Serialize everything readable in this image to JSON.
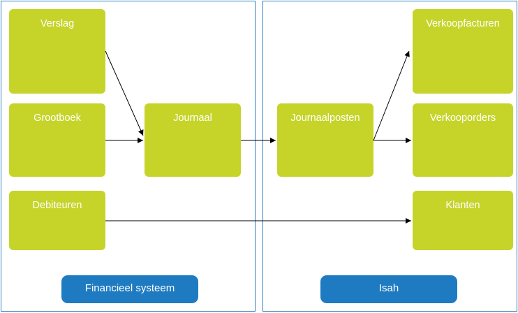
{
  "colors": {
    "panel_border": "#2d7fc1",
    "node_fill": "#c6d42a",
    "label_fill": "#1f7bc1",
    "edge": "#000000"
  },
  "panels": {
    "left": {
      "label": "Financieel systeem"
    },
    "right": {
      "label": "Isah"
    }
  },
  "nodes": {
    "verslag": "Verslag",
    "grootboek": "Grootboek",
    "debiteuren": "Debiteuren",
    "journaal": "Journaal",
    "journaalposten": "Journaalposten",
    "verkoopfacturen": "Verkoopfacturen",
    "verkooporders": "Verkooporders",
    "klanten": "Klanten"
  },
  "edges": [
    {
      "from": "verslag",
      "to": "journaal"
    },
    {
      "from": "grootboek",
      "to": "journaal"
    },
    {
      "from": "journaal",
      "to": "journaalposten"
    },
    {
      "from": "journaalposten",
      "to": "verkoopfacturen"
    },
    {
      "from": "journaalposten",
      "to": "verkooporders"
    },
    {
      "from": "debiteuren",
      "to": "klanten"
    }
  ]
}
